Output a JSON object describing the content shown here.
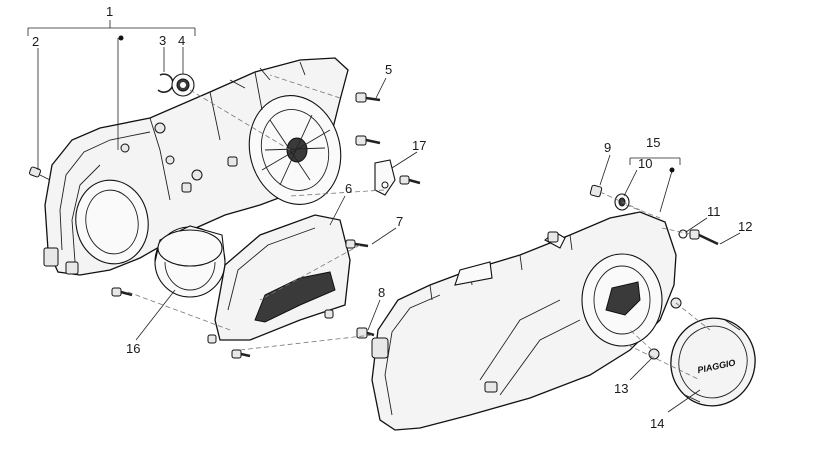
{
  "callouts": {
    "n1": "1",
    "n2": "2",
    "n3": "3",
    "n4": "4",
    "n5": "5",
    "n6": "6",
    "n7": "7",
    "n8": "8",
    "n9": "9",
    "n10": "10",
    "n11": "11",
    "n12": "12",
    "n13": "13",
    "n14": "14",
    "n15": "15",
    "n16": "16",
    "n17": "17"
  },
  "cover_logo": "PIAGGIO"
}
